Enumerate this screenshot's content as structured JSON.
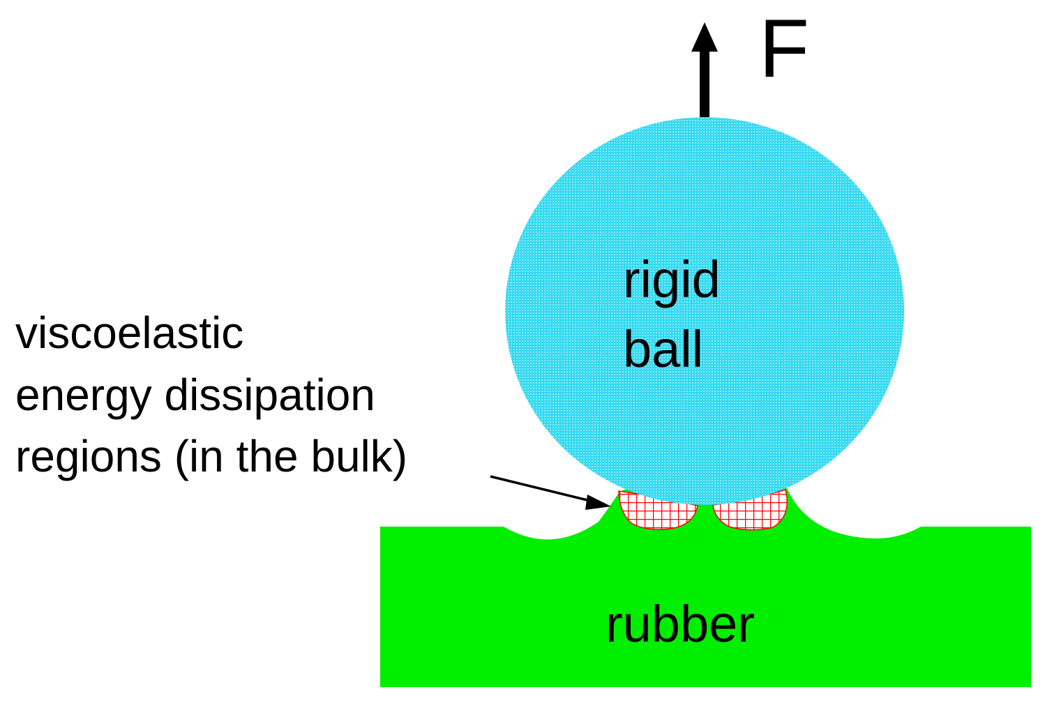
{
  "diagram": {
    "force_label": "F",
    "ball_label_line1": "rigid",
    "ball_label_line2": "ball",
    "substrate_label": "rubber",
    "annotation": {
      "line1": "viscoelastic",
      "line2": "energy dissipation",
      "line3": "regions (in the bulk)"
    }
  },
  "colors": {
    "ball": "#33d9f0",
    "rubber": "#00ee00",
    "dissipation": "#ff0000",
    "arrow": "#000000",
    "background": "#ffffff"
  }
}
